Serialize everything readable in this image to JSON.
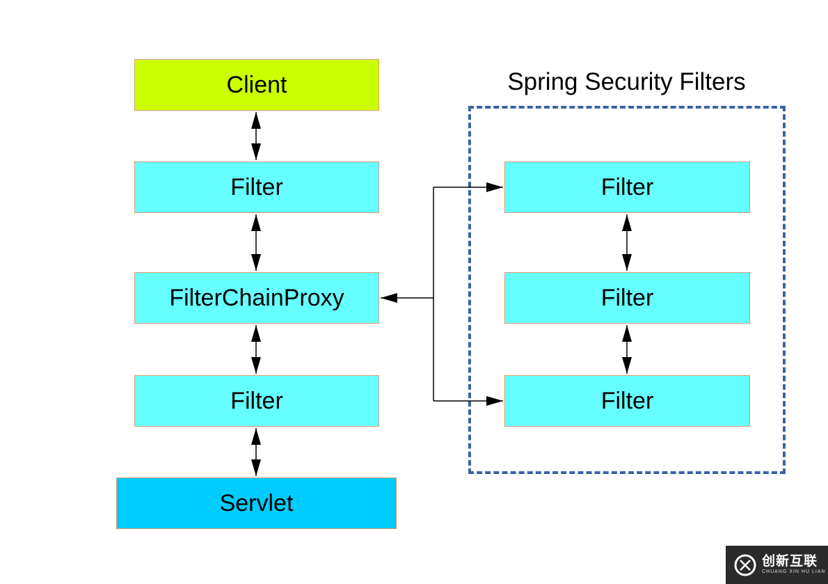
{
  "diagram": {
    "left_chain": [
      {
        "id": "client",
        "label": "Client",
        "kind": "client"
      },
      {
        "id": "filter-1",
        "label": "Filter",
        "kind": "filter"
      },
      {
        "id": "filter-chain-proxy",
        "label": "FilterChainProxy",
        "kind": "filter"
      },
      {
        "id": "filter-2",
        "label": "Filter",
        "kind": "filter"
      },
      {
        "id": "servlet",
        "label": "Servlet",
        "kind": "servlet"
      }
    ],
    "security_group": {
      "title": "Spring Security Filters",
      "filters": [
        {
          "id": "security-filter-1",
          "label": "Filter"
        },
        {
          "id": "security-filter-2",
          "label": "Filter"
        },
        {
          "id": "security-filter-3",
          "label": "Filter"
        }
      ]
    },
    "colors": {
      "client": "#ccff00",
      "filter": "#66ffff",
      "servlet": "#00ccff",
      "box_border": "#d99a6c",
      "group_border": "#3a63a5"
    }
  },
  "watermark": {
    "brand": "创新互联",
    "subtitle": "CHUANG XIN HU LIAN",
    "icon": "brand-logo-icon"
  }
}
